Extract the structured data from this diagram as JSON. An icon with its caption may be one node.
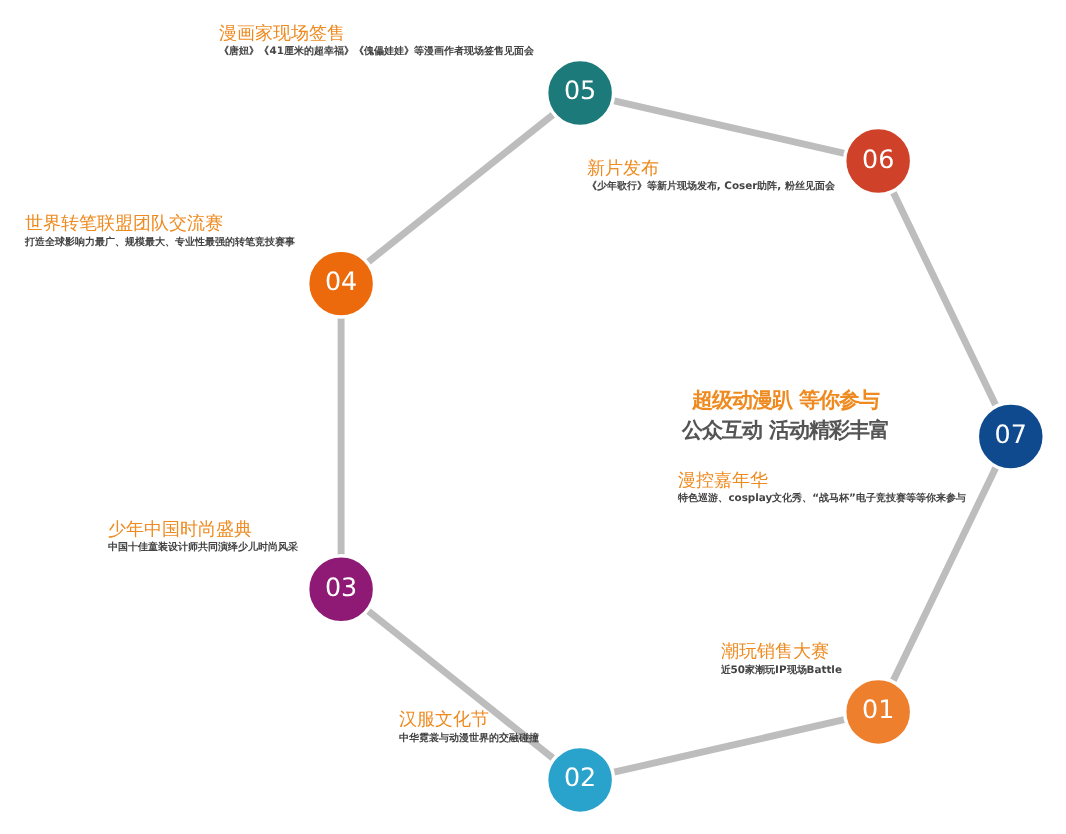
{
  "diagram": {
    "nodes": [
      {
        "text": [
          "01"
        ],
        "beside": [
          "潮玩销售大赛",
          "近50家潮玩IP现场Battle"
        ]
      },
      {
        "text": [
          "02"
        ],
        "beside": [
          "汉服文化节",
          "中华霓裳与动漫世界的交融碰撞"
        ]
      },
      {
        "text": [
          "03"
        ],
        "beside": [
          "少年中国时尚盛典",
          "中国十佳童装设计师共同演绎少儿时尚风采"
        ]
      },
      {
        "text": [
          "04"
        ],
        "beside": [
          "世界转笔联盟团队交流赛",
          "打造全球影响力最广、规模最大、专业性最强的转笔竞技赛事"
        ]
      },
      {
        "text": [
          "05"
        ],
        "beside": [
          "漫画家现场签售",
          "《唐妞》《41厘米的超幸福》《傀儡娃娃》等漫画作者现场签售见面会"
        ]
      },
      {
        "text": [
          "06"
        ],
        "beside": [
          "新片发布",
          "《少年歌行》等新片现场发布, Coser助阵, 粉丝见面会"
        ]
      },
      {
        "text": [
          "07"
        ],
        "beside": [
          "漫控嘉年华",
          "特色巡游、cosplay文化秀、“战马杯”电子竞技赛等等你来参与"
        ]
      }
    ],
    "edges": [
      {
        "from": 0,
        "to": 1,
        "arrow": "none"
      },
      {
        "from": 1,
        "to": 2,
        "arrow": "none"
      },
      {
        "from": 2,
        "to": 3,
        "arrow": "none"
      },
      {
        "from": 3,
        "to": 4,
        "arrow": "none"
      },
      {
        "from": 4,
        "to": 5,
        "arrow": "none"
      },
      {
        "from": 5,
        "to": 6,
        "arrow": "none"
      },
      {
        "from": 6,
        "to": 0,
        "arrow": "none"
      }
    ],
    "labels": [
      "超级动漫趴 等你参与",
      "公众互动 活动精彩丰富"
    ]
  }
}
